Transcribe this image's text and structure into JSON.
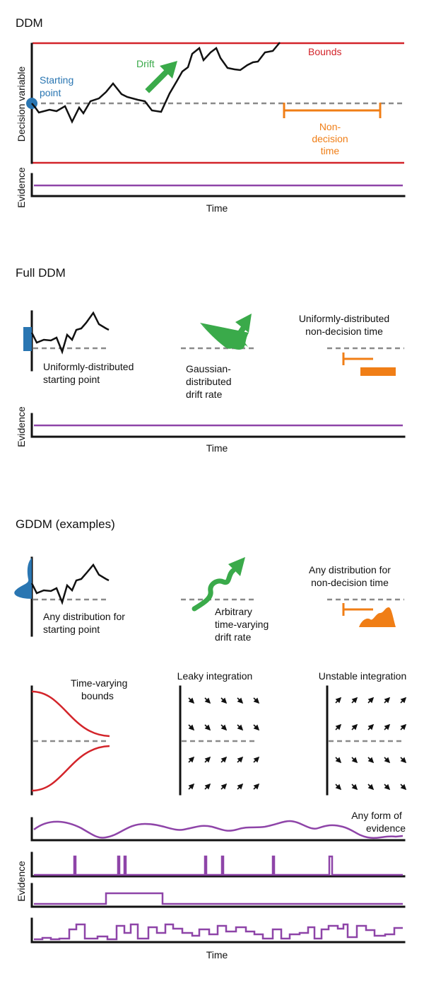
{
  "colors": {
    "starting_point": "#2a76b2",
    "drift": "#3aaa4a",
    "bounds": "#d3242a",
    "non_decision": "#f07e16",
    "evidence": "#8e44a8",
    "baseline": "#8a8a8a"
  },
  "ddm": {
    "title": "DDM",
    "ylabel": "Decision variable",
    "evidence_label": "Evidence",
    "time_label": "Time",
    "starting_point_lines": [
      "Starting",
      "point"
    ],
    "drift_label": "Drift",
    "bounds_label": "Bounds",
    "nondecision_lines": [
      "Non-",
      "decision",
      "time"
    ]
  },
  "full_ddm": {
    "title": "Full DDM",
    "evidence_label": "Evidence",
    "time_label": "Time",
    "start_lines": [
      "Uniformly-distributed",
      "starting point"
    ],
    "drift_lines": [
      "Gaussian-",
      "distributed",
      "drift rate"
    ],
    "ndt_lines": [
      "Uniformly-distributed",
      "non-decision time"
    ]
  },
  "gddm": {
    "title": "GDDM (examples)",
    "start_lines": [
      "Any distribution for",
      "starting point"
    ],
    "drift_lines": [
      "Arbitrary",
      "time-varying",
      "drift rate"
    ],
    "ndt_lines": [
      "Any distribution for",
      "non-decision time"
    ],
    "bounds_lines": [
      "Time-varying",
      "bounds"
    ],
    "leaky_label": "Leaky integration",
    "unstable_label": "Unstable integration",
    "evidence_form_lines": [
      "Any form of",
      "evidence"
    ],
    "evidence_label": "Evidence",
    "time_label": "Time"
  }
}
